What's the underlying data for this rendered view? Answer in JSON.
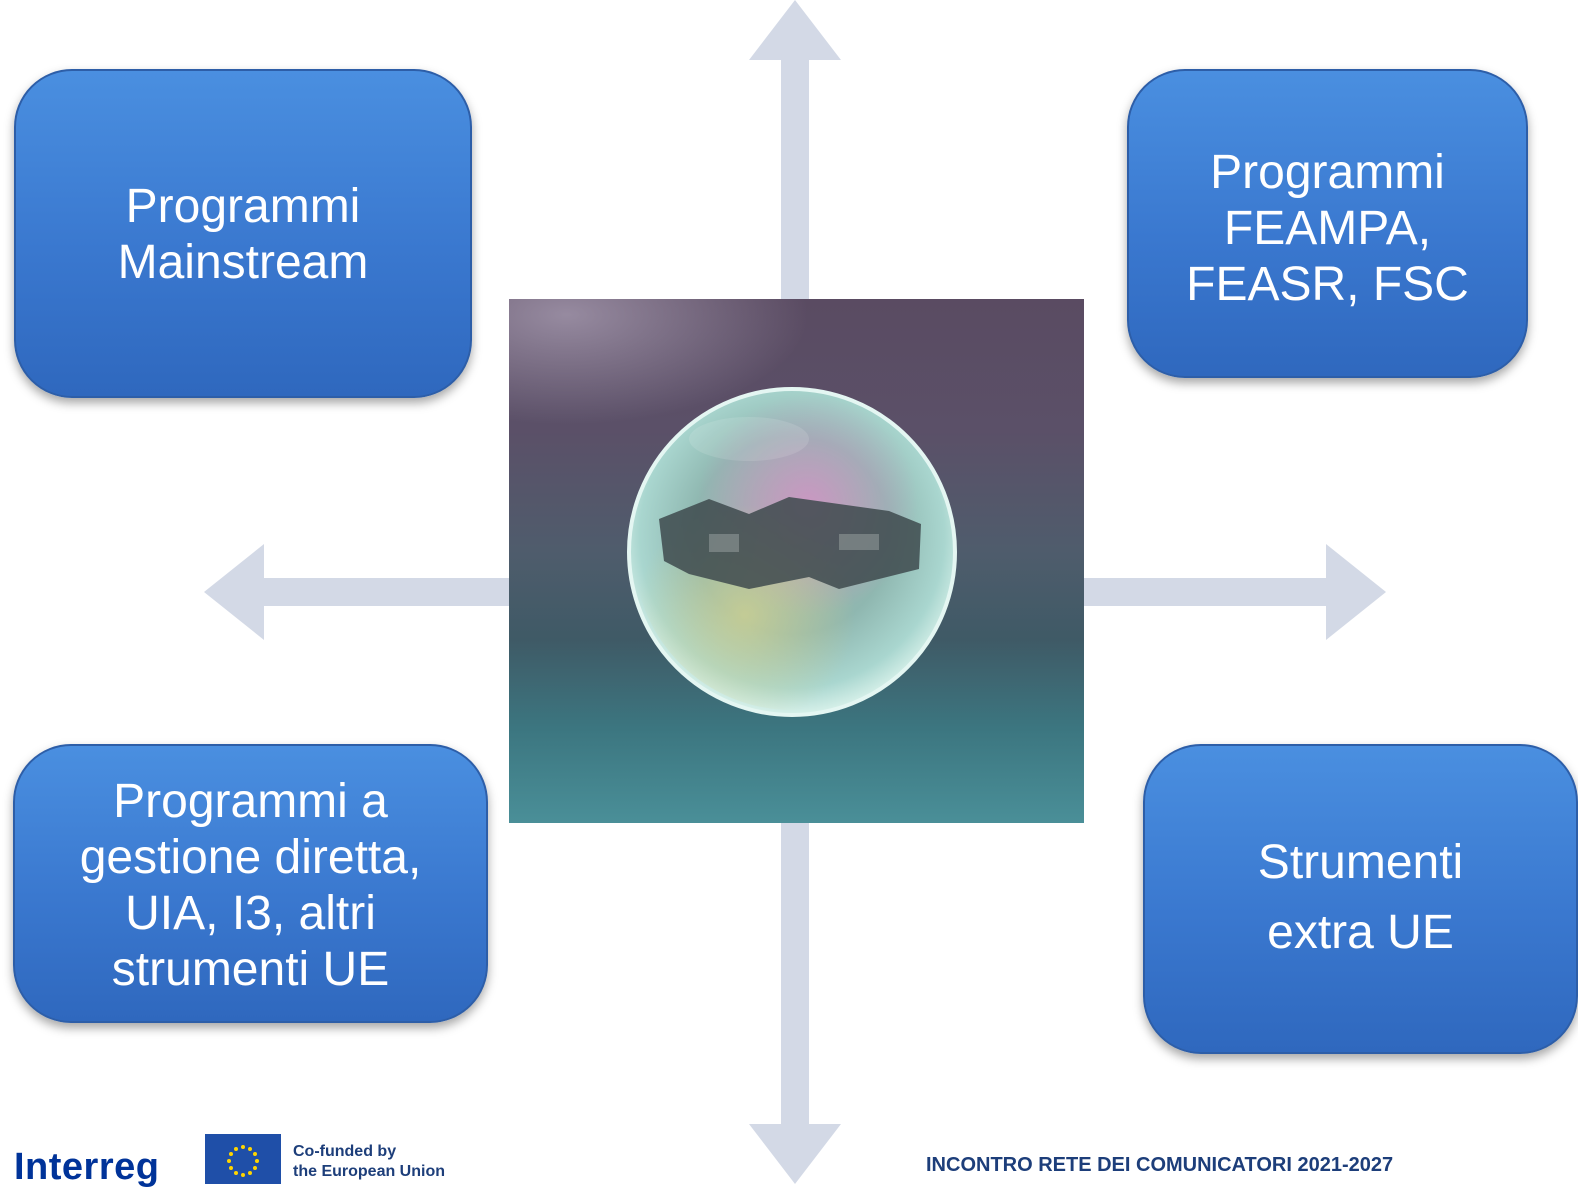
{
  "boxes": {
    "top_left": "Programmi\nMainstream",
    "top_right": "Programmi\nFEAMPA,\nFEASR, FSC",
    "bottom_left": "Programmi a\ngestione diretta,\nUIA, I3, altri\nstrumenti UE",
    "bottom_right": "Strumenti\nextra UE"
  },
  "footer": {
    "logo_text": "Interreg",
    "cofunded": "Co-funded by\nthe European Union",
    "event_title": "INCONTRO RETE DEI COMUNICATORI 2021-2027"
  },
  "colors": {
    "box_fill": "#3a78cf",
    "arrow_fill": "#d3d9e6",
    "footer_text": "#1d3e7a",
    "logo_blue": "#003399"
  },
  "icons": {
    "center_image": "soap-bubble-photo",
    "eu_flag": "eu-flag-icon"
  }
}
